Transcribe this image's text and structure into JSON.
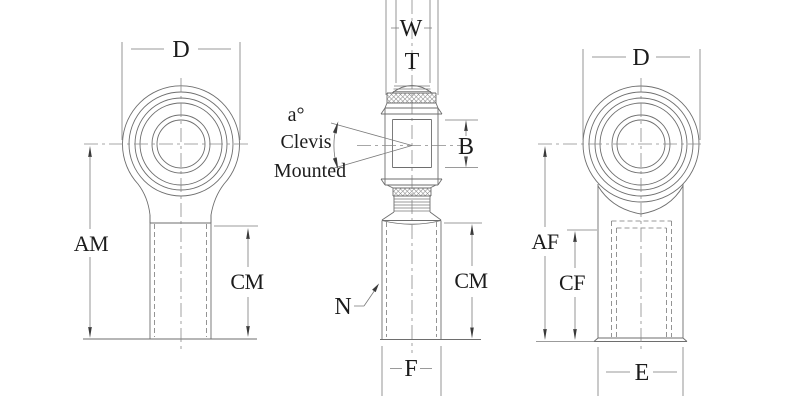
{
  "page": {
    "background": "#ffffff",
    "description": "Rod end bearing dimensional engineering drawing with three views"
  },
  "views": {
    "male_front": {
      "dims": {
        "d": "D",
        "am": "AM",
        "cm": "CM"
      }
    },
    "side_section": {
      "dims": {
        "w": "W",
        "t": "T",
        "b": "B",
        "cm": "CM",
        "f": "F"
      },
      "angle": {
        "symbol": "a°",
        "note_line1": "Clevis",
        "note_line2": "Mounted"
      },
      "callout": {
        "n": "N"
      }
    },
    "female_front": {
      "dims": {
        "d": "D",
        "af": "AF",
        "cf": "CF",
        "e": "E"
      }
    }
  },
  "colors": {
    "object_line": "#6e6e6e",
    "dashed_line": "#7a7a7a",
    "centerline": "#8a8a8a",
    "hatch": "#8c8c8c",
    "text": "#1c1c1c",
    "arrow": "#3a3a3a"
  }
}
